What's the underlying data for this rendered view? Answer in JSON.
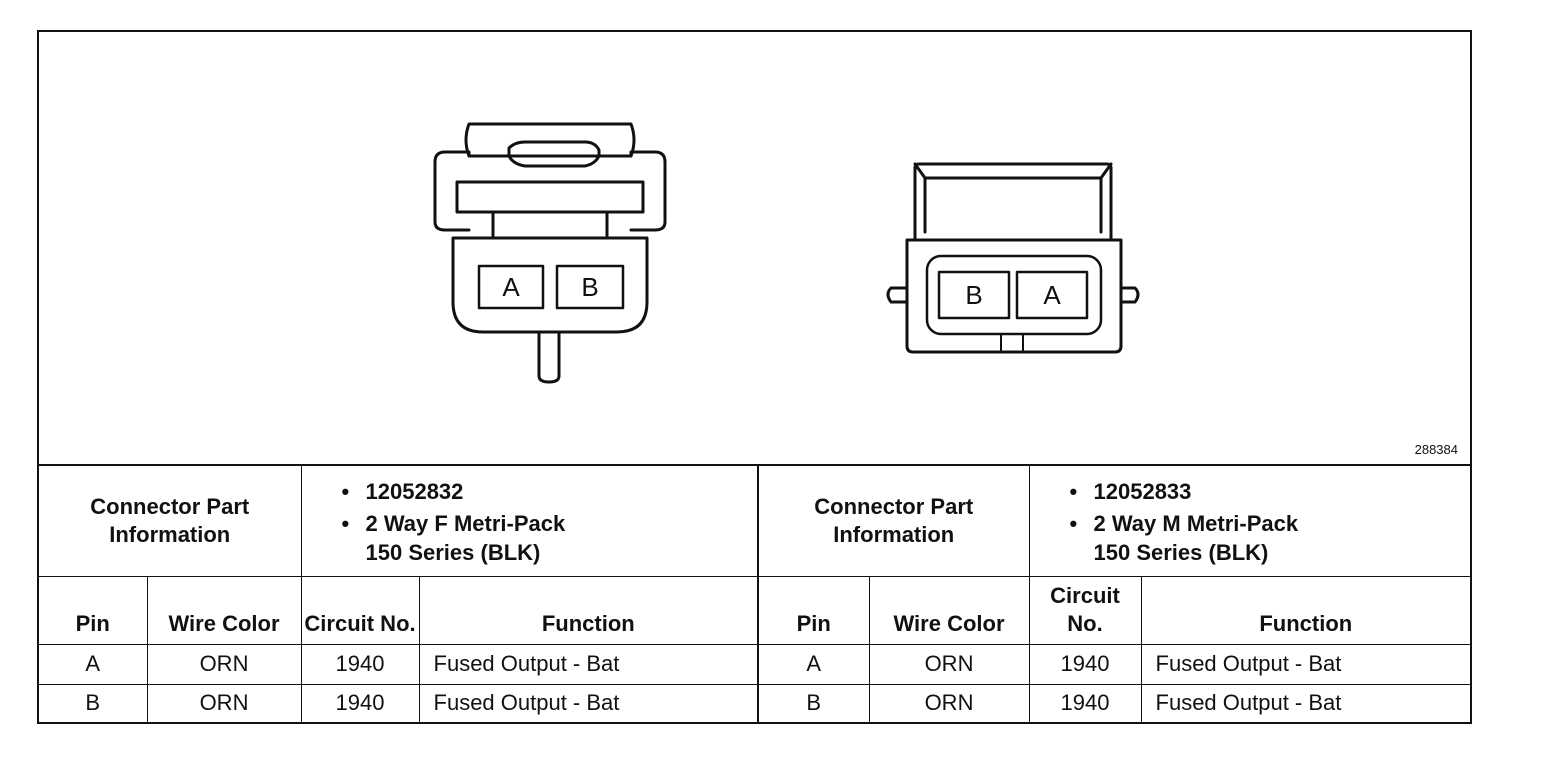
{
  "figure_id": "288384",
  "connectors": [
    {
      "label": "Connector Part Information",
      "part_number": "12052832",
      "description_line1": "2 Way F Metri-Pack",
      "description_line2": "150 Series (BLK)",
      "pins_order": [
        "A",
        "B"
      ],
      "columns": {
        "pin": "Pin",
        "wire_color": "Wire Color",
        "circuit": "Circuit No.",
        "function": "Function"
      },
      "rows": [
        {
          "pin": "A",
          "wire_color": "ORN",
          "circuit": "1940",
          "function": "Fused Output - Bat"
        },
        {
          "pin": "B",
          "wire_color": "ORN",
          "circuit": "1940",
          "function": "Fused Output - Bat"
        }
      ]
    },
    {
      "label": "Connector Part Information",
      "part_number": "12052833",
      "description_line1": "2 Way M Metri-Pack",
      "description_line2": "150 Series (BLK)",
      "pins_order": [
        "B",
        "A"
      ],
      "columns": {
        "pin": "Pin",
        "wire_color": "Wire Color",
        "circuit": "Circuit No.",
        "function": "Function"
      },
      "rows": [
        {
          "pin": "A",
          "wire_color": "ORN",
          "circuit": "1940",
          "function": "Fused Output - Bat"
        },
        {
          "pin": "B",
          "wire_color": "ORN",
          "circuit": "1940",
          "function": "Fused Output - Bat"
        }
      ]
    }
  ]
}
